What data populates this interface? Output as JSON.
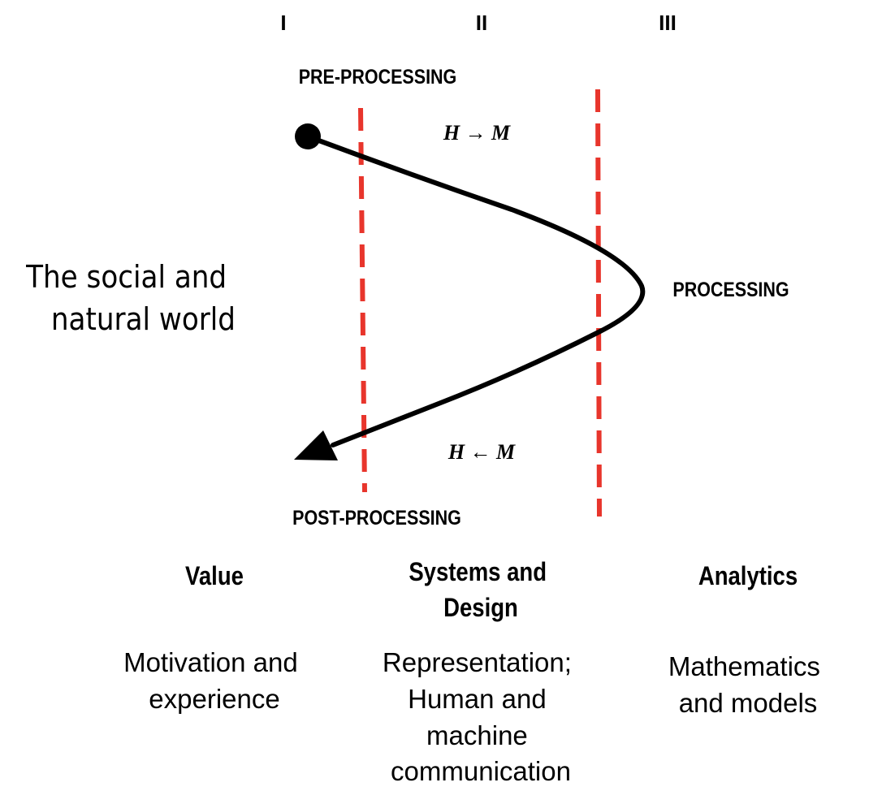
{
  "stages": {
    "i": "I",
    "ii": "II",
    "iii": "III"
  },
  "phases": {
    "pre": "PRE-PROCESSING",
    "processing": "PROCESSING",
    "post": "POST-PROCESSING"
  },
  "world_label": [
    "The social and",
    "natural world"
  ],
  "flow": {
    "forward": "H → M",
    "backward": "H ← M"
  },
  "columns": [
    {
      "heading": [
        "Value"
      ],
      "description": [
        "Motivation and",
        "experience"
      ]
    },
    {
      "heading": [
        "Systems and",
        "Design"
      ],
      "description": [
        "Representation;",
        "Human and",
        "machine",
        "communication"
      ]
    },
    {
      "heading": [
        "Analytics"
      ],
      "description": [
        "Mathematics",
        "and models"
      ]
    }
  ],
  "colors": {
    "boundary": "#e8352c",
    "curve": "#000000"
  }
}
